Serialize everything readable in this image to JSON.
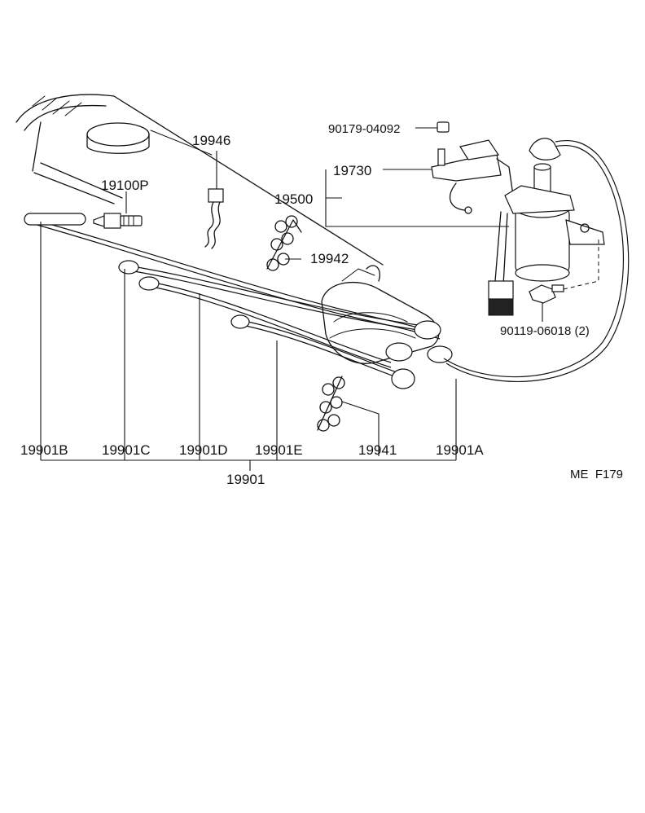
{
  "diagram": {
    "labels": {
      "p90179": "90179-04092",
      "p19946": "19946",
      "p19730": "19730",
      "p19100P": "19100P",
      "p19500": "19500",
      "p19942": "19942",
      "p90119": "90119-06018 (2)",
      "p19941": "19941",
      "p19901B": "19901B",
      "p19901C": "19901C",
      "p19901D": "19901D",
      "p19901E": "19901E",
      "p19901A": "19901A",
      "p19901": "19901",
      "code": "ME  F179"
    }
  }
}
